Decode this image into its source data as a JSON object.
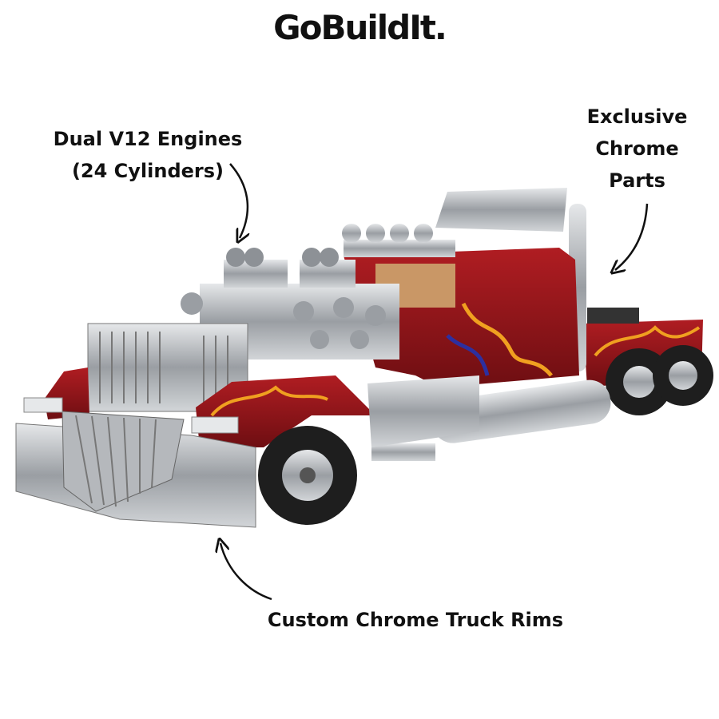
{
  "brand": {
    "logo_text": "GoBuildIt."
  },
  "callouts": {
    "engines": {
      "line1": "Dual V12 Engines",
      "line2": "(24 Cylinders)"
    },
    "chrome": {
      "line1": "Exclusive",
      "line2": "Chrome",
      "line3": "Parts"
    },
    "rims": {
      "text": "Custom Chrome Truck Rims"
    }
  },
  "product": {
    "subject": "brick-built semi truck with chrome engines"
  },
  "colors": {
    "text": "#111111",
    "truck_red": "#8e1418",
    "chrome": "#b9bcc0",
    "tire": "#1e1e1e",
    "flame": "#f0a020"
  },
  "icons": [
    "arrow-down-icon",
    "arrow-down-left-icon",
    "arrow-up-left-icon"
  ]
}
